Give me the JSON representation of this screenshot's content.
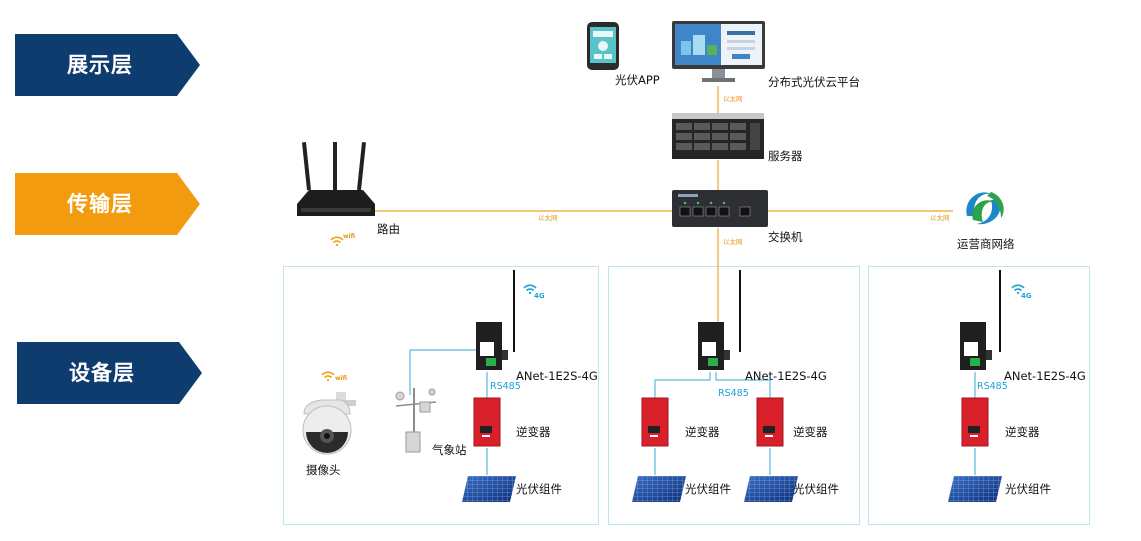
{
  "layers": {
    "display": {
      "label": "展示层",
      "color": "#0f3c6e"
    },
    "transport": {
      "label": "传输层",
      "color": "#f39b0e"
    },
    "device": {
      "label": "设备层",
      "color": "#0f3c6e"
    }
  },
  "top": {
    "app_label": "光伏APP",
    "platform_label": "分布式光伏云平台",
    "server_label": "服务器",
    "switch_label": "交换机",
    "router_label": "路由",
    "carrier_label": "运营商网络"
  },
  "links": {
    "eth_platform_server": "以太网",
    "eth_router_switch": "以太网",
    "eth_switch_carrier": "以太网",
    "eth_switch_device": "以太网"
  },
  "groups": {
    "left": {
      "camera_label": "摄像头",
      "weather_label": "气象站",
      "gateway_label": "ANet-1E2S-4G",
      "rs485_label": "RS485",
      "inverter_label": "逆变器",
      "pv_label": "光伏组件",
      "wifi_label": "wifi",
      "net_label": "4G"
    },
    "middle": {
      "gateway_label": "ANet-1E2S-4G",
      "rs485_label": "RS485",
      "inverter1_label": "逆变器",
      "inverter2_label": "逆变器",
      "pv1_label": "光伏组件",
      "pv2_label": "光伏组件"
    },
    "right": {
      "gateway_label": "ANet-1E2S-4G",
      "rs485_label": "RS485",
      "inverter_label": "逆变器",
      "pv_label": "光伏组件",
      "net_label": "4G"
    }
  },
  "router_wifi_label": "wifi",
  "colors": {
    "ethernet": "#f3b24a",
    "rs485": "#5ab8e2",
    "zone_border": "#bfe4f2",
    "inverter": "#d8202a"
  }
}
